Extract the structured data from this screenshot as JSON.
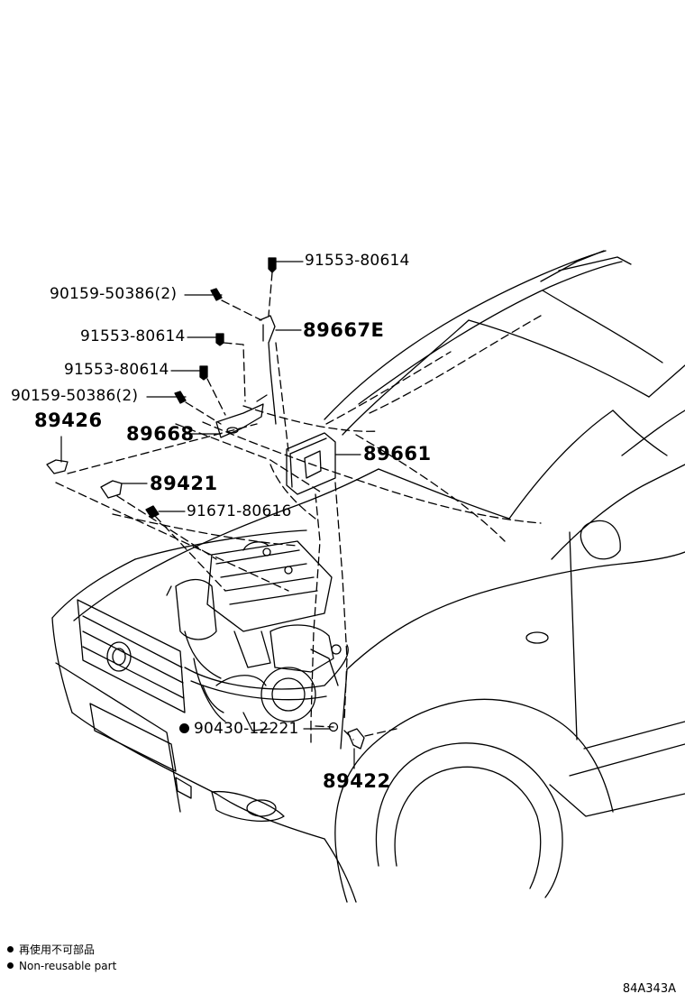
{
  "callouts": {
    "c1": "91553-80614",
    "c2": "90159-50386(2)",
    "c3": "89667E",
    "c4": "91553-80614",
    "c5": "91553-80614",
    "c6": "90159-50386(2)",
    "c7": "89426",
    "c8": "89668",
    "c9": "89661",
    "c10": "89421",
    "c11": "91671-80616",
    "c12": "90430-12221",
    "c13": "89422"
  },
  "legend": {
    "japanese": "再使用不可部品",
    "english": "Non-reusable part"
  },
  "drawing_code": "84A343A"
}
